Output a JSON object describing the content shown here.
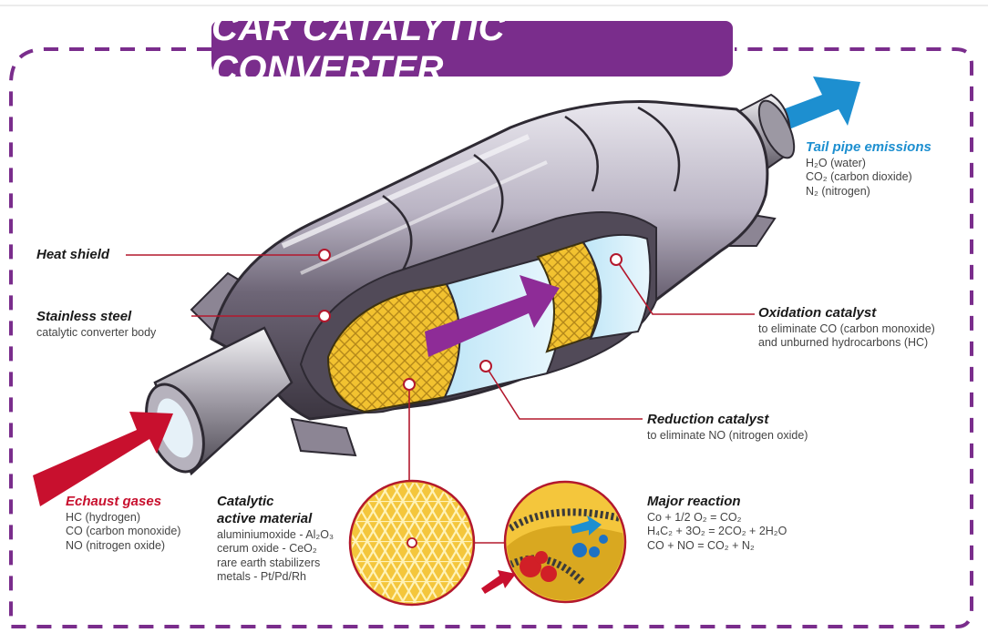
{
  "title": "CAR CATALYTIC CONVERTER",
  "colors": {
    "brand_purple": "#7a2d8c",
    "exhaust_red": "#c8102e",
    "emission_blue": "#1d8fd0",
    "catalyst_yellow": "#f2c230",
    "leader_line": "#b3182d"
  },
  "labels": {
    "heat_shield": {
      "title": "Heat shield"
    },
    "stainless_steel": {
      "title": "Stainless steel",
      "desc": "catalytic converter body"
    },
    "exhaust": {
      "title": "Echaust gases",
      "lines": [
        "HC (hydrogen)",
        "CO (carbon monoxide)",
        "NO (nitrogen oxide)"
      ]
    },
    "catalytic_material": {
      "title_line1": "Catalytic",
      "title_line2": "active material",
      "line1": "aluminiumoxide - Al₂O₃",
      "line2": "cerum oxide - CeO₂",
      "line3": "rare earth stabilizers",
      "line4": "metals - Pt/Pd/Rh"
    },
    "tail_pipe": {
      "title": "Tail pipe emissions",
      "lines": [
        "H₂O (water)",
        "CO₂ (carbon dioxide)",
        "N₂ (nitrogen)"
      ]
    },
    "oxidation": {
      "title": "Oxidation catalyst",
      "line1": "to eliminate CO (carbon monoxide)",
      "line2": "and unburned hydrocarbons (HC)"
    },
    "reduction": {
      "title": "Reduction catalyst",
      "desc": "to eliminate NO (nitrogen oxide)"
    },
    "reaction": {
      "title": "Major reaction",
      "lines": [
        "Co + 1/2 O₂ = CO₂",
        "H₄C₂ + 3O₂ = 2CO₂ + 2H₂O",
        "CO + NO = CO₂ + N₂"
      ]
    }
  },
  "icons": [
    "converter-body-illustration",
    "exhaust-inlet-arrow",
    "tail-pipe-outlet-arrow",
    "flow-direction-arrow",
    "honeycomb-magnified-icon",
    "molecule-reaction-icon"
  ]
}
